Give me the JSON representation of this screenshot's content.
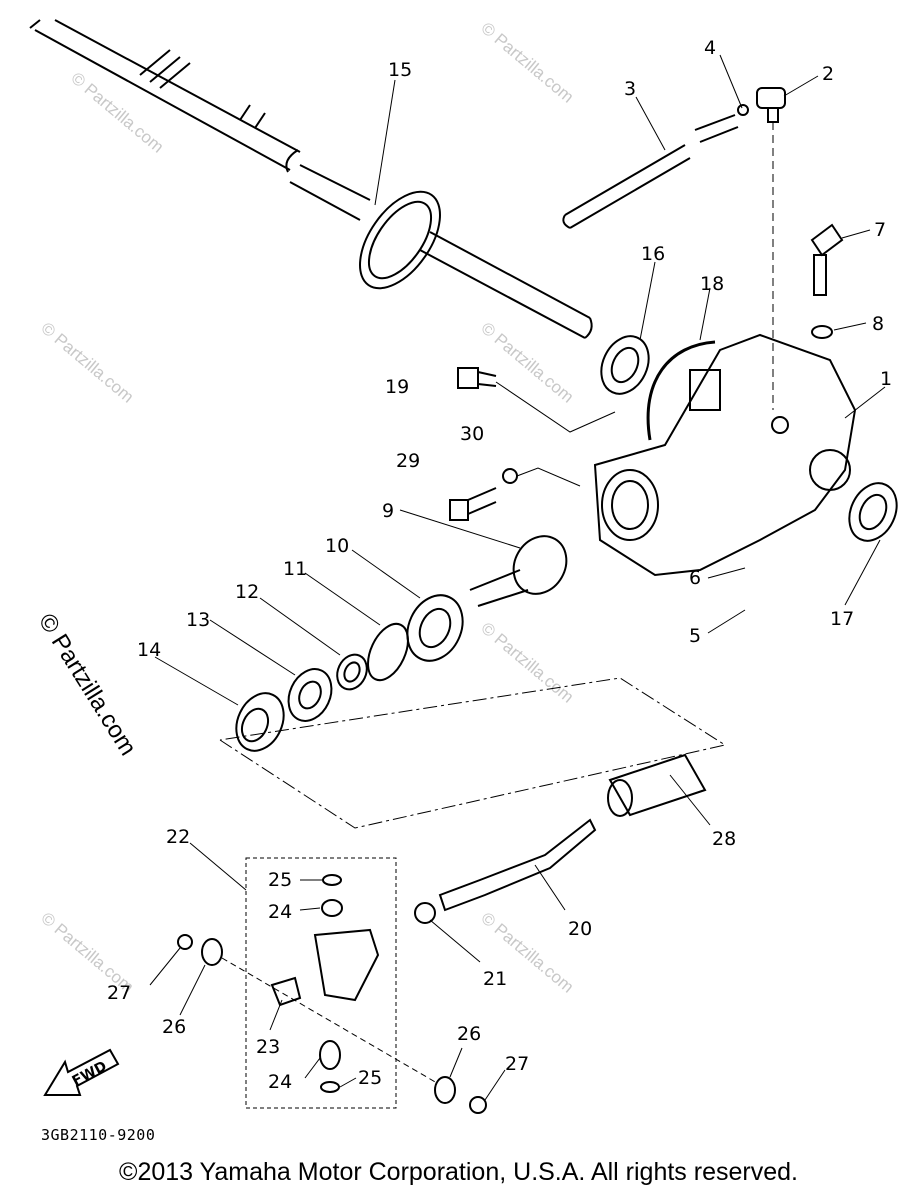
{
  "diagram": {
    "code": "3GB2110-9200",
    "copyright": "©2013 Yamaha Motor Corporation, U.S.A. All rights reserved.",
    "fwd_label": "FWD",
    "watermark_text": "© Partzilla.com",
    "watermark_vertical": "© Partzilla.com",
    "callouts": {
      "c1": "1",
      "c2": "2",
      "c3": "3",
      "c4": "4",
      "c5": "5",
      "c6": "6",
      "c7": "7",
      "c8": "8",
      "c9": "9",
      "c10": "10",
      "c11": "11",
      "c12": "12",
      "c13": "13",
      "c14": "14",
      "c15": "15",
      "c16": "16",
      "c17": "17",
      "c18": "18",
      "c19": "19",
      "c20": "20",
      "c21": "21",
      "c22": "22",
      "c23": "23",
      "c24a": "24",
      "c24b": "24",
      "c25a": "25",
      "c25b": "25",
      "c26a": "26",
      "c26b": "26",
      "c27a": "27",
      "c27b": "27",
      "c28": "28",
      "c29": "29",
      "c30": "30"
    }
  }
}
